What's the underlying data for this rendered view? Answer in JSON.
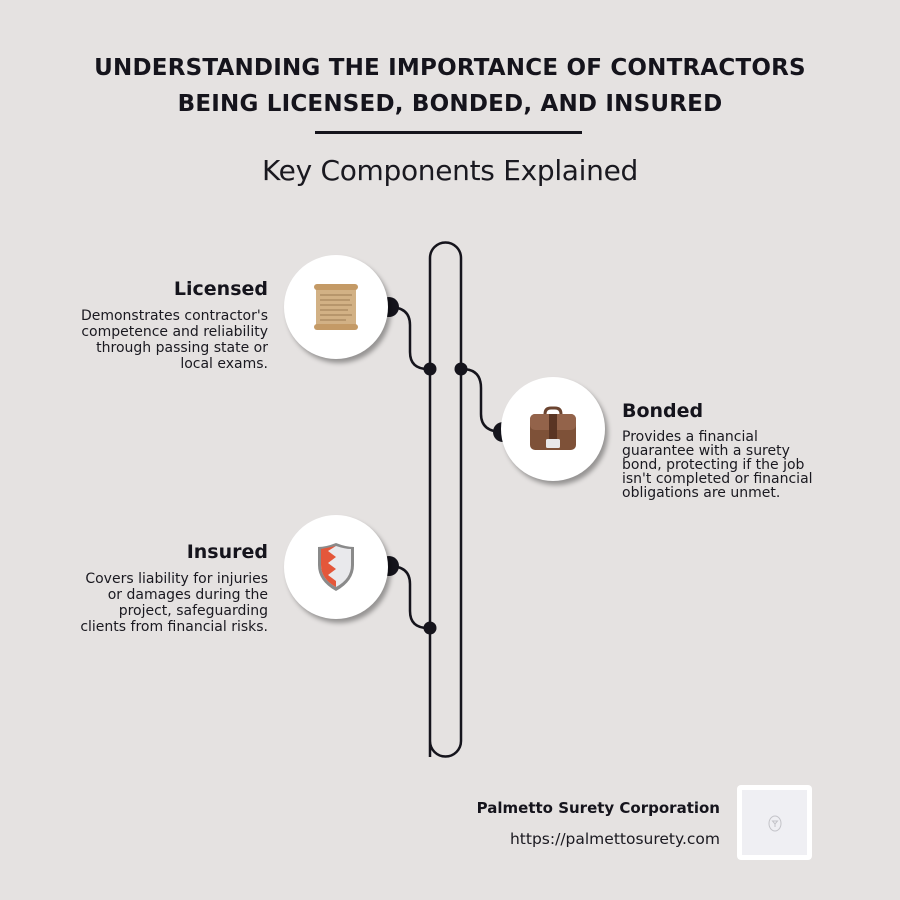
{
  "header": {
    "title_line1": "UNDERSTANDING THE IMPORTANCE OF CONTRACTORS",
    "title_line2": "BEING LICENSED, BONDED, AND INSURED",
    "subtitle": "Key Components Explained"
  },
  "items": [
    {
      "heading": "Licensed",
      "description": "Demonstrates contractor's competence and reliability through passing state or local exams.",
      "description_lines": [
        "Demonstrates contractor's",
        "competence and reliability",
        "through passing state or",
        "local exams."
      ],
      "icon": "scroll-icon",
      "side": "left"
    },
    {
      "heading": "Bonded",
      "description": "Provides a financial guarantee with a surety bond, protecting if the job isn't completed or financial obligations are unmet.",
      "description_lines": [
        "Provides a financial",
        "guarantee with a surety",
        "bond, protecting if the job",
        "isn't completed or financial",
        "obligations are unmet."
      ],
      "icon": "briefcase-icon",
      "side": "right"
    },
    {
      "heading": "Insured",
      "description": "Covers liability for injuries or damages during the project, safeguarding clients from financial risks.",
      "description_lines": [
        "Covers liability for injuries",
        "or damages during the",
        "project, safeguarding",
        "clients from financial risks."
      ],
      "icon": "shield-icon",
      "side": "left"
    }
  ],
  "footer": {
    "company": "Palmetto Surety Corporation",
    "url": "https://palmettosurety.com",
    "qr_icon": "qr-code-placeholder-icon"
  },
  "colors": {
    "background": "#e5e2e1",
    "ink": "#15141c",
    "circle": "#ffffff"
  }
}
